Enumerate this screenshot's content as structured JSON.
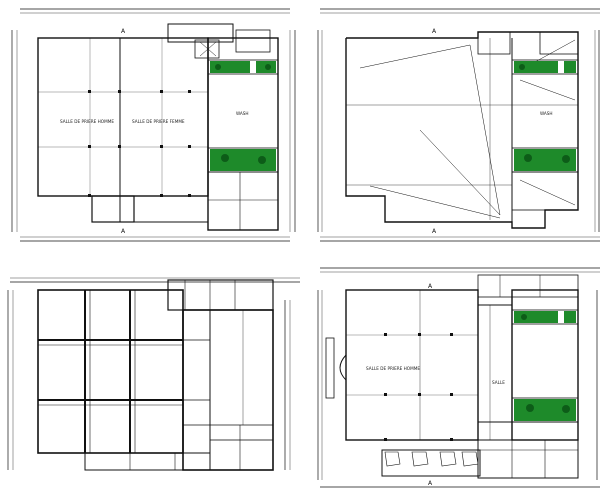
{
  "section_markers": {
    "top_left_top": "A",
    "top_left_bottom": "A",
    "top_right_top": "A",
    "top_right_bottom": "A",
    "bottom_right_top": "A",
    "bottom_right_bottom": "A"
  },
  "plans": {
    "top_left": {
      "hall_1": "SALLE DE PRIERE HOMME",
      "hall_2": "SALLE DE PRIERE FEMME",
      "side_room": "WASH"
    },
    "top_right": {
      "side_room": "WASH"
    },
    "bottom_right": {
      "hall": "SALLE DE PRIERE HOMME",
      "side_room": "SALLE"
    }
  },
  "colors": {
    "line": "#111111",
    "green": "#1e8a2a",
    "green_dark": "#0d5c18"
  }
}
